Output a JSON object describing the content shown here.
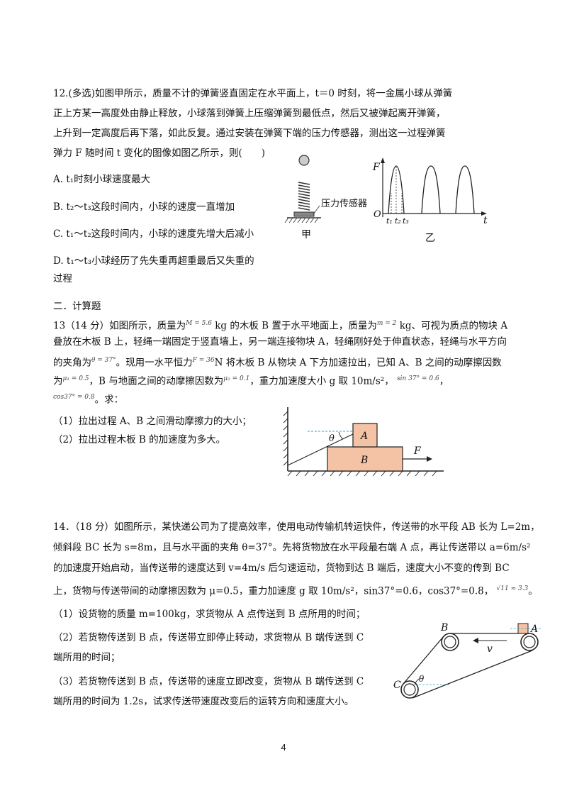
{
  "q12": {
    "lines": [
      "12.(多选)如图甲所示，质量不计的弹簧竖直固定在水平面上，t＝0 时刻，将一金属小球从弹簧",
      "正上方某一高度处由静止释放，小球落到弹簧上压缩弹簧到最低点，然后又被弹起离开弹簧，",
      "上升到一定高度后再下落，如此反复。通过安装在弹簧下端的压力传感器，测出这一过程弹簧",
      "弹力 F 随时间 t 变化的图像如图乙所示，则(　　)"
    ],
    "options": [
      "A. t₁时刻小球速度最大",
      "B. t₂～t₃这段时间内，小球的速度一直增加",
      "C. t₁～t₂这段时间内，小球的速度先增大后减小",
      "D. t₁～t₃小球经历了先失重再超重最后又失重的",
      "过程"
    ],
    "fig_jia": {
      "sensor_label": "压力传感器",
      "caption": "甲"
    },
    "fig_yi": {
      "axis_y": "F",
      "axis_x": "t",
      "origin": "O",
      "ticks": [
        "t₁",
        "t₂",
        "t₃"
      ],
      "caption": "乙"
    }
  },
  "section2": {
    "title": "二．计算题"
  },
  "q13": {
    "l1a": "13（14 分）如图所示，质量为",
    "m_formula": "M = 5.6",
    "l1b": "kg 的木板 B 置于水平地面上，质量为",
    "m2_formula": "m = 2",
    "l1c": "kg、可视为质点的物块 A",
    "l2": "叠放在木板 B 上，轻绳一端固定于竖直墙上，另一端连接物块 A，轻绳刚好处于伸直状态，轻绳与水平方向",
    "l3a": "的夹角为",
    "theta_formula": "θ = 37°",
    "l3b": "。现用一水平恒力",
    "f_formula": "F = 36",
    "l3c": "N 将木板 B 从物块 A 下方加速拉出，已知 A、B 之间的动摩擦因数",
    "l4a": "为",
    "mu1_formula": "μ₁ = 0.5",
    "l4b": "，B 与地面之间的动摩擦因数为",
    "mu2_formula": "μ₂ = 0.1",
    "l4c": "，重力加速度大小 g 取 10m/s²，",
    "sin_formula": "sin 37° = 0.6",
    "l4d": "，",
    "cos_formula": "cos37° = 0.8",
    "l5": "。求：",
    "q1": "（1）拉出过程 A、B 之间滑动摩擦力的大小；",
    "q2": "（2）拉出过程木板 B 的加速度为多大。",
    "fig": {
      "block_a": "A",
      "block_b": "B",
      "angle": "θ",
      "force": "F"
    }
  },
  "q14": {
    "l1": "14．（18 分）如图所示，某快递公司为了提高效率，使用电动传输机转运快件，传送带的水平段 AB 长为 L=2m，",
    "l2": "倾斜段 BC 长为 s=8m，且与水平面的夹角 θ=37°。先将货物放在水平段最右端 A 点，再让传送带以 a=6m/s²",
    "l3": "的加速度开始启动，当传送带的速度达到 v=4m/s 后匀速运动，货物到达 B 端后，速度大小不变的传到 BC",
    "l4a": "上，货物与传送带间的动摩擦因数为 μ=0.5，重力加速度 g 取 10m/s²，sin37°=0.6，cos37°=0.8，",
    "sqrt_formula": "√11 ≈ 3.3",
    "l4b": "。",
    "q1": "（1）设货物的质量 m=100kg，求货物从 A 点传送到 B 点所用的时间；",
    "q2a": "（2）若货物传送到 B 点，传送带立即停止转动，求货物从 B 端传送到 C",
    "q2b": "端所用的时间；",
    "q3a": "（3）若货物传送到 B 点，传送带的速度立即改变，货物从 B 端传送到 C",
    "q3b": "端所用的时间为 1.2s，试求传送带速度改变后的运转方向和速度大小。",
    "fig": {
      "label_b": "B",
      "label_a": "A",
      "label_v": "v",
      "label_c": "C",
      "label_theta": "θ"
    }
  },
  "page_number": "4"
}
